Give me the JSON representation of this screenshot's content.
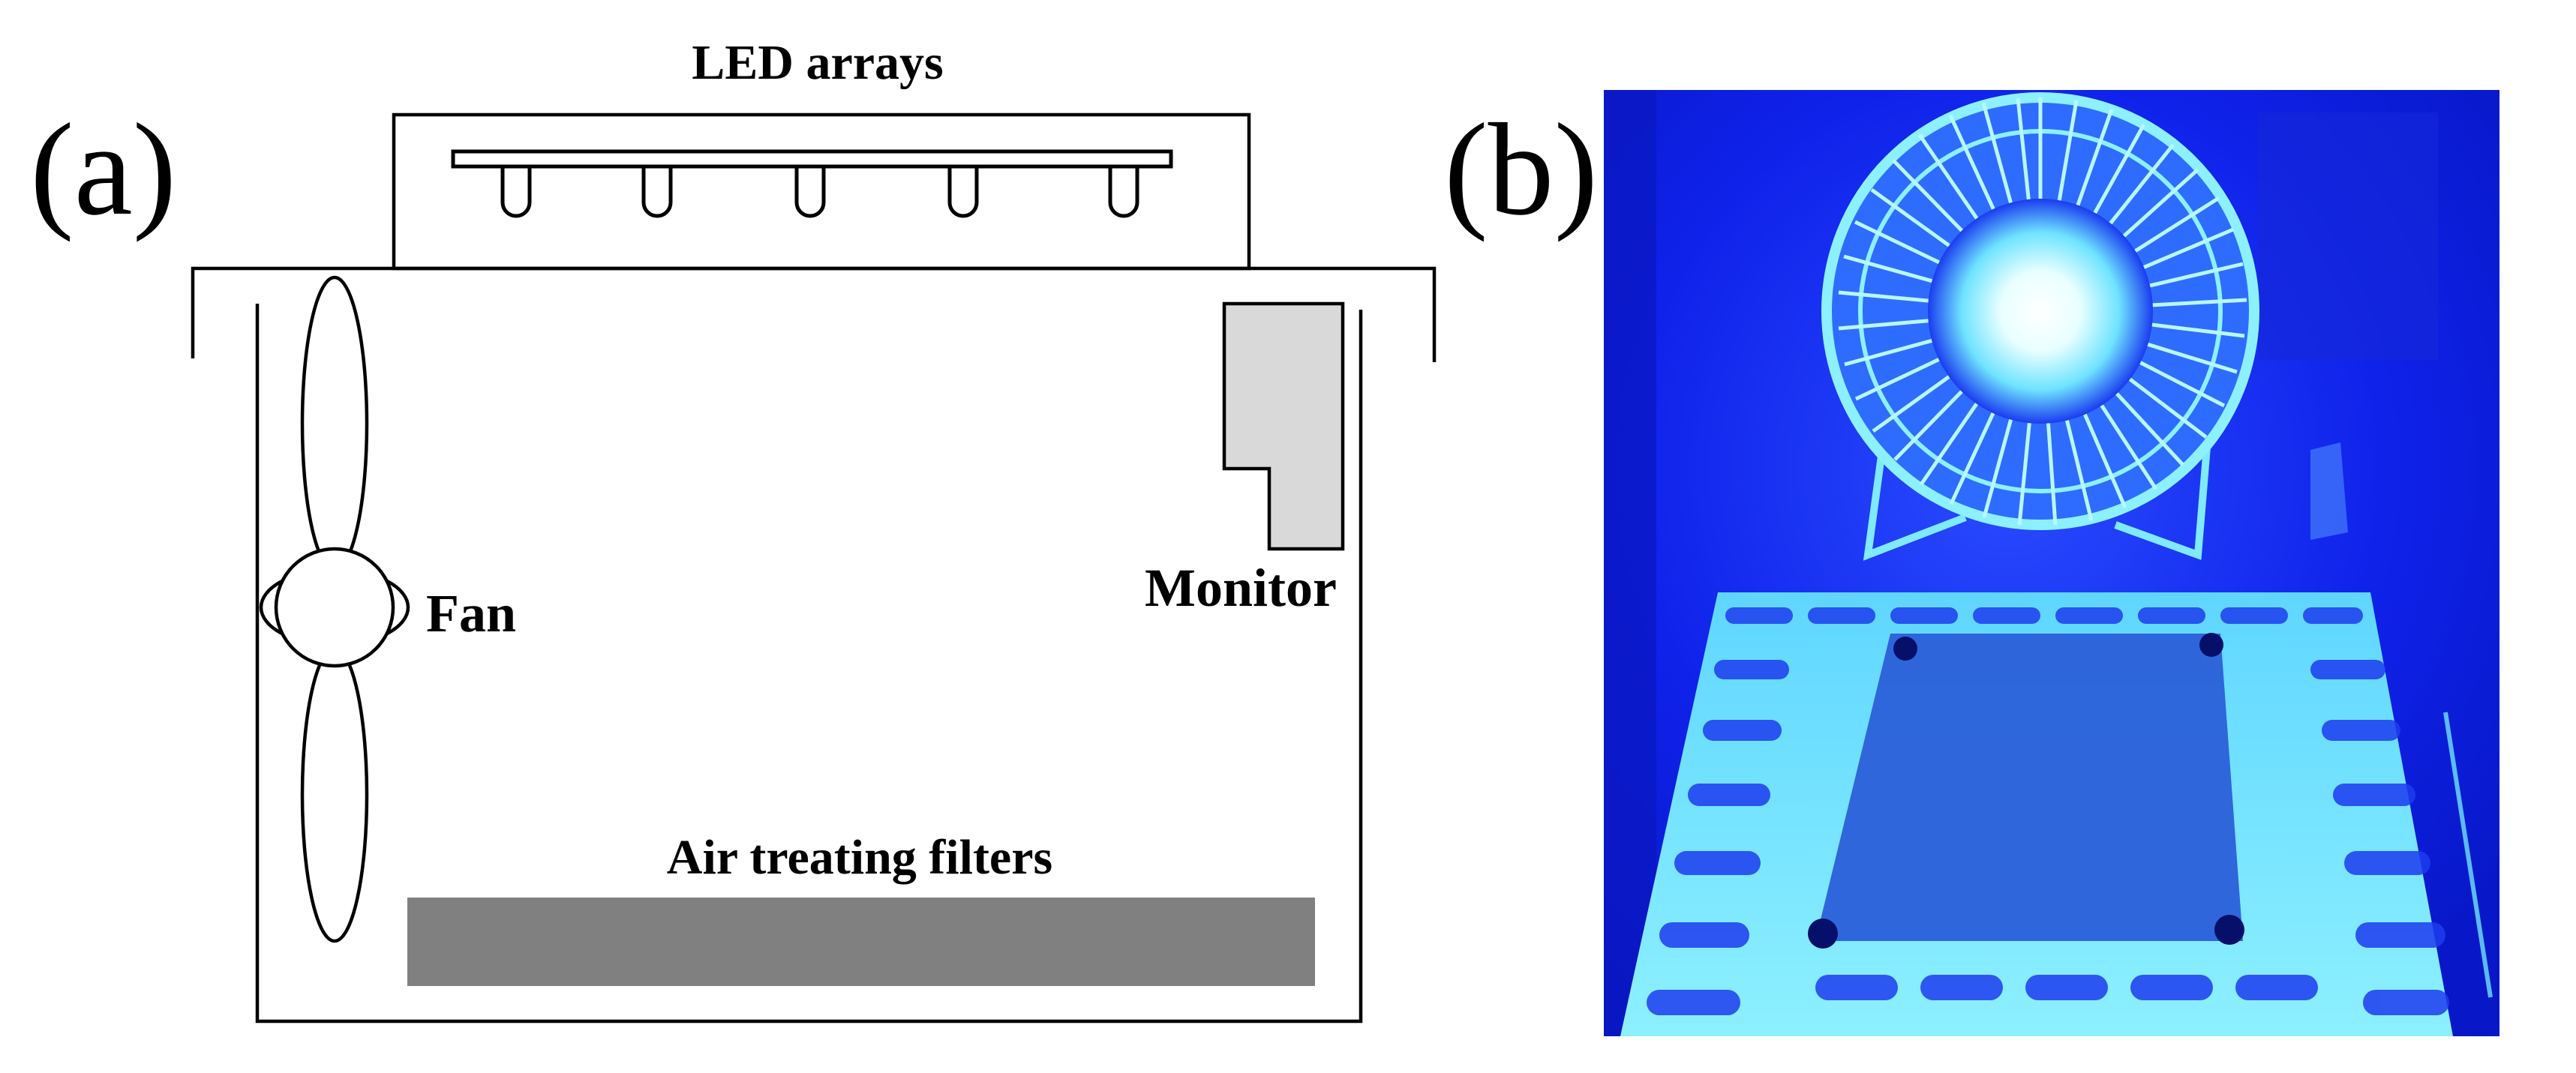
{
  "panel_a": {
    "label": "(a)",
    "led_label": "LED arrays",
    "fan_label": "Fan",
    "monitor_label": "Monitor",
    "filter_label": "Air treating filters",
    "colors": {
      "monitor_fill": "#d9d9d9",
      "filter_fill": "#808080",
      "outline": "#000000"
    }
  },
  "panel_b": {
    "label": "(b)",
    "colors": {
      "background_blue": "#0d1ee8",
      "glow_cyan": "#7fe9ff",
      "fan_center": "#ffffff"
    }
  }
}
